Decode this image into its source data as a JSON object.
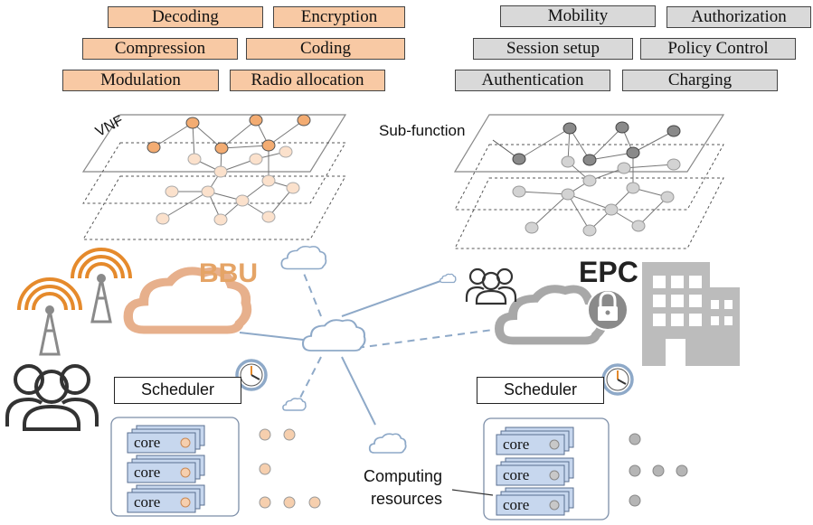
{
  "bbu_functions": [
    "Decoding",
    "Encryption",
    "Compression",
    "Coding",
    "Modulation",
    "Radio allocation"
  ],
  "epc_functions": [
    "Mobility",
    "Authorization",
    "Session setup",
    "Policy Control",
    "Authentication",
    "Charging"
  ],
  "labels": {
    "vnf": "VNF",
    "sub_function": "Sub-function",
    "bbu": "BBU",
    "epc": "EPC",
    "scheduler_left": "Scheduler",
    "scheduler_right": "Scheduler",
    "computing_line1": "Computing",
    "computing_line2": "resources",
    "core": "core"
  },
  "colors": {
    "bbu_orange": "#f8c9a4",
    "bbu_accent": "#e8a263",
    "epc_gray": "#d9d9d9",
    "cloud_blue": "#8ea9c8",
    "core_blue": "#c7d7ee"
  }
}
